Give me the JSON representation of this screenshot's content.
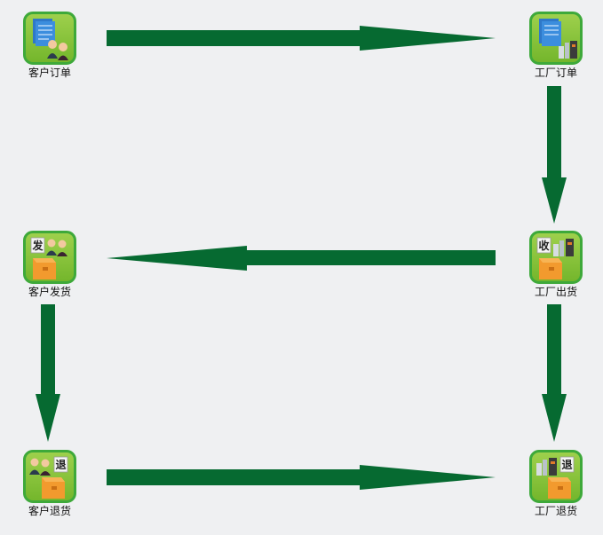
{
  "colors": {
    "arrow": "#066a31",
    "tile_border": "#3ea93a",
    "tile_fill": "#86c43a",
    "background": "#eff0f2"
  },
  "nodes": {
    "customer_order": {
      "label": "客户订单",
      "icon": "document-people-icon"
    },
    "factory_order": {
      "label": "工厂订单",
      "icon": "document-factory-icon"
    },
    "customer_ship": {
      "label": "客户发货",
      "icon": "ship-box-people-icon",
      "badge": "发"
    },
    "factory_out": {
      "label": "工厂出货",
      "icon": "receive-box-factory-icon",
      "badge": "收"
    },
    "customer_return": {
      "label": "客户退货",
      "icon": "return-box-people-icon",
      "badge": "退"
    },
    "factory_return": {
      "label": "工厂退货",
      "icon": "return-box-factory-icon",
      "badge": "退"
    }
  },
  "edges": [
    {
      "from": "customer_order",
      "to": "factory_order"
    },
    {
      "from": "factory_order",
      "to": "factory_out"
    },
    {
      "from": "factory_out",
      "to": "customer_ship"
    },
    {
      "from": "customer_ship",
      "to": "customer_return"
    },
    {
      "from": "factory_out",
      "to": "factory_return"
    },
    {
      "from": "customer_return",
      "to": "factory_return"
    }
  ]
}
